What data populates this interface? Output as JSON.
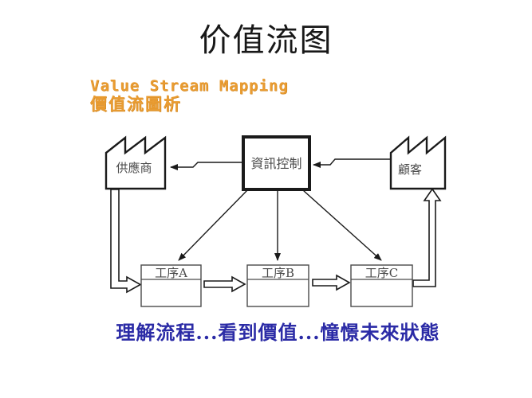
{
  "slide": {
    "title": "价值流图",
    "subtitle_en": "Value Stream Mapping",
    "subtitle_zh": "價值流圖析",
    "caption": "理解流程...看到價值...憧憬未來狀態"
  },
  "diagram": {
    "supplier_label": "供應商",
    "info_control_label": "資訊控制",
    "customer_label": "顧客",
    "process_a_label": "工序A",
    "process_b_label": "工序B",
    "process_c_label": "工序C"
  },
  "colors": {
    "accent_orange": "#E99C32",
    "caption_blue": "#2B2BA6",
    "line_black": "#1a1a1a"
  }
}
